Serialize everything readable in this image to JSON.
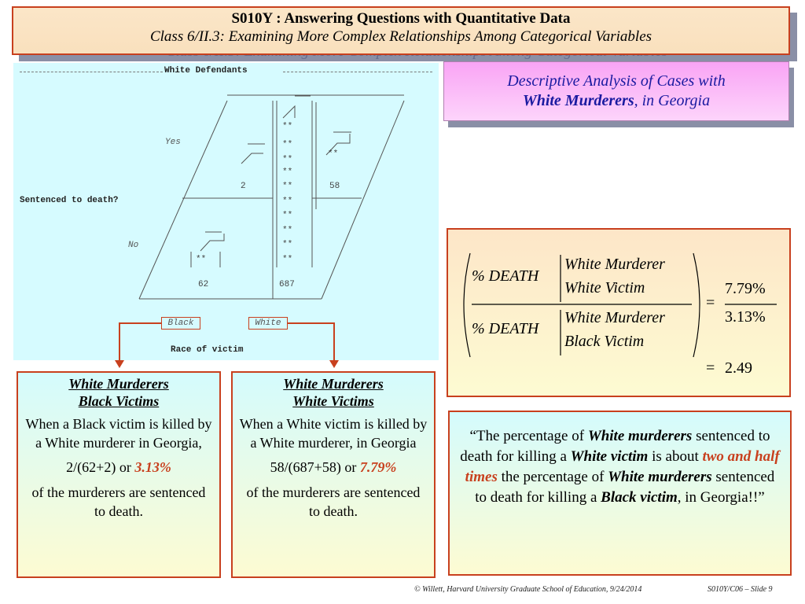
{
  "header": {
    "title": "S010Y : Answering Questions with Quantitative Data",
    "subtitle": "Class 6/II.3: Examining More Complex Relationships Among Categorical Variables"
  },
  "spss": {
    "section_label": "White Defendants",
    "row_var": "Sentenced to death?",
    "yes_label": "Yes",
    "no_label": "No",
    "col_var": "Race of victim",
    "star": "**",
    "cells": {
      "black_yes": "2",
      "white_yes": "58",
      "black_no": "62",
      "white_no": "687"
    },
    "black_tag": "Black",
    "white_tag": "White"
  },
  "card_black": {
    "heading_line1": "White Murderers",
    "heading_line2": "Black Victims",
    "text1": "When a Black victim is killed by a White murderer in Georgia,",
    "calc": "2/(62+2) or ",
    "pct": "3.13%",
    "text2": "of the murderers are sentenced to death."
  },
  "card_white": {
    "heading_line1": "White Murderers",
    "heading_line2": "White Victims",
    "text1": "When a White victim is killed by a White murderer, in Georgia",
    "calc": "58/(687+58) or ",
    "pct": "7.79%",
    "text2": "of the murderers are sentenced to death."
  },
  "analysis_box": {
    "line1": "Descriptive Analysis of Cases with",
    "line2_bold": "White Murderers",
    "line2_rest": ", in Georgia"
  },
  "formula": {
    "pct_death": "% DEATH",
    "num_cond1": "White Murderer",
    "num_cond2": "White Victim",
    "den_cond1": "White Murderer",
    "den_cond2": "Black Victim",
    "eq": "=",
    "num_val": "7.79%",
    "den_val": "3.13%",
    "result": "2.49"
  },
  "quote": {
    "p1": "“The percentage of ",
    "b1": "White murderers",
    "p2": " sentenced to death for killing a ",
    "b2": "White victim",
    "p3": " is about ",
    "r1": "two and half times",
    "p4": " the percentage of ",
    "b3": "White murderers",
    "p5": " sentenced to death for killing a ",
    "b4": "Black victim",
    "p6": ", in Georgia!!”"
  },
  "footer": {
    "credit": "© Willett, Harvard University Graduate School of Education, 9/24/2014",
    "slide": "S010Y/C06 – Slide 9"
  },
  "colors": {
    "accent": "#c8401e",
    "navy": "#1a1aa0",
    "cyan_bg": "#d6fbff"
  }
}
